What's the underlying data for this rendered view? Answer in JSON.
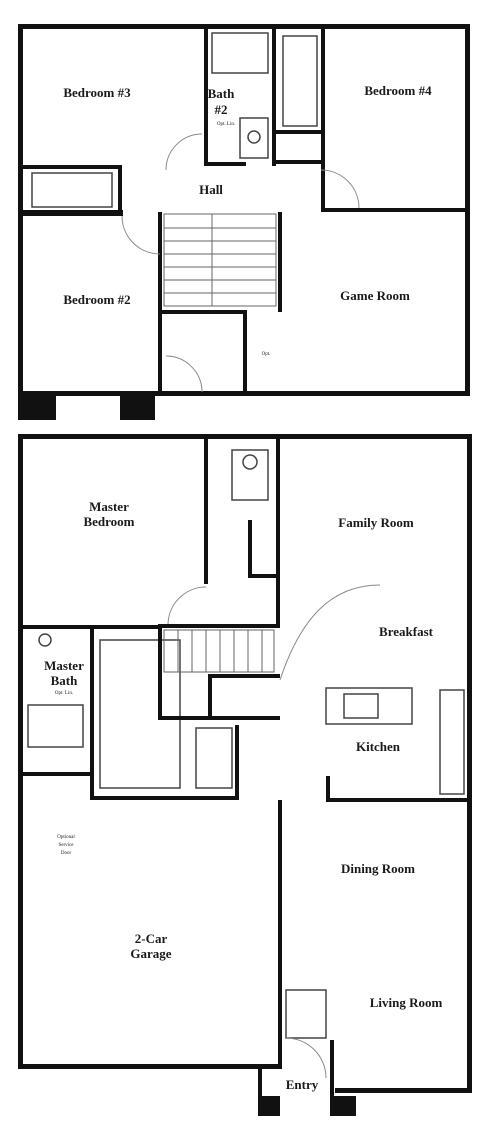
{
  "floor_plan": {
    "upper_floor": {
      "rooms": {
        "bedroom_3": "Bedroom #3",
        "bath_2_line1": "Bath",
        "bath_2_line2": "#2",
        "bath_2_note": "Opt. Lin.",
        "bedroom_4": "Bedroom #4",
        "hall": "Hall",
        "bedroom_2": "Bedroom #2",
        "game_room": "Game Room",
        "closet_note": "Opt."
      }
    },
    "lower_floor": {
      "rooms": {
        "master_bedroom_line1": "Master",
        "master_bedroom_line2": "Bedroom",
        "family_room": "Family Room",
        "breakfast": "Breakfast",
        "master_bath_line1": "Master",
        "master_bath_line2": "Bath",
        "master_bath_note": "Opt. Lin.",
        "kitchen": "Kitchen",
        "service_door_line1": "Optional",
        "service_door_line2": "Service",
        "service_door_line3": "Door",
        "garage_line1": "2-Car",
        "garage_line2": "Garage",
        "dining_room": "Dining Room",
        "living_room": "Living Room",
        "entry": "Entry"
      }
    }
  }
}
